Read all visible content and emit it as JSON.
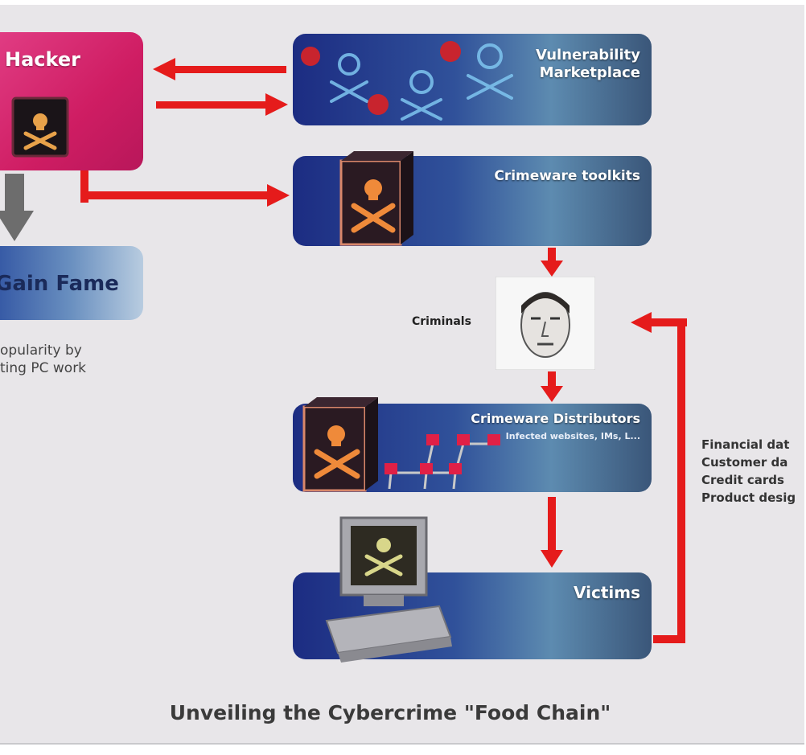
{
  "diagram": {
    "caption": "Unveiling the Cybercrime \"Food Chain\"",
    "nodes": {
      "hacker": "Hacker",
      "gain_fame": "Gain Fame",
      "gain_fame_note_line1": "opularity by",
      "gain_fame_note_line2": "ting PC work",
      "vuln_marketplace_line1": "Vulnerability",
      "vuln_marketplace_line2": "Marketplace",
      "crimeware_toolkits": "Crimeware toolkits",
      "criminals": "Criminals",
      "crimeware_distributors": "Crimeware Distributors",
      "crimeware_distributors_sub": "Infected websites, IMs, L...",
      "victims": "Victims"
    },
    "stolen_data": [
      "Financial dat",
      "Customer da",
      "Credit cards",
      "Product desig"
    ]
  },
  "colors": {
    "arrow": "#e51b1b",
    "hacker_box": "#d8246a",
    "blue_box": "#2a4a90",
    "gray_arrow": "#6d6d6d"
  }
}
